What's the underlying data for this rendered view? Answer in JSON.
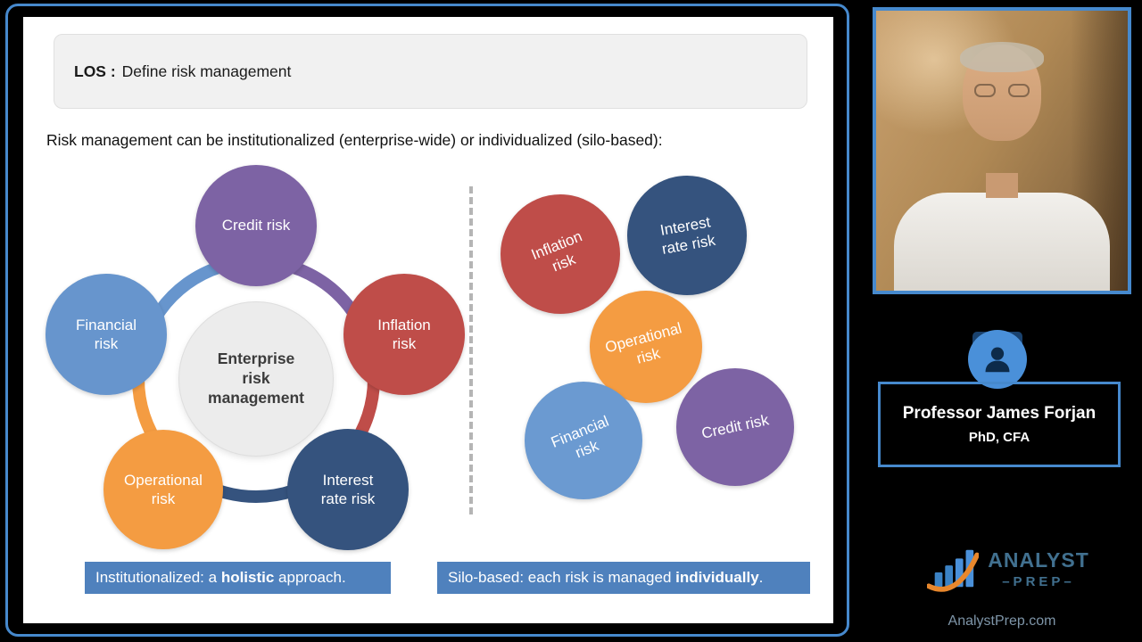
{
  "slide": {
    "los": {
      "label": "LOS :",
      "text": "Define risk management"
    },
    "subtitle": "Risk management can be institutionalized (enterprise-wide) or individualized (silo-based):",
    "hub": {
      "center": "Enterprise risk management",
      "bubbles": [
        {
          "label": "Credit risk",
          "color": "#7d63a4"
        },
        {
          "label": "Financial risk",
          "color": "#6795cd"
        },
        {
          "label": "Inflation risk",
          "color": "#bf4d49"
        },
        {
          "label": "Operational risk",
          "color": "#f49c42"
        },
        {
          "label": "Interest rate risk",
          "color": "#35537e"
        }
      ],
      "arcs": [
        {
          "color": "#7d63a4"
        },
        {
          "color": "#bf4d49"
        },
        {
          "color": "#35537e"
        },
        {
          "color": "#f49c42"
        },
        {
          "color": "#6795cd"
        }
      ]
    },
    "silo": {
      "bubbles": [
        {
          "label": "Inflation risk",
          "color": "#bf4d49"
        },
        {
          "label": "Interest rate risk",
          "color": "#35537e"
        },
        {
          "label": "Operational risk",
          "color": "#f49c42"
        },
        {
          "label": "Financial risk",
          "color": "#6b9ad1"
        },
        {
          "label": "Credit risk",
          "color": "#7d63a4"
        }
      ]
    },
    "captions": {
      "left": {
        "prefix": "Institutionalized: a ",
        "bold": "holistic",
        "suffix": " approach."
      },
      "right": {
        "prefix": "Silo-based: each risk is managed ",
        "bold": "individually",
        "suffix": "."
      }
    }
  },
  "sidebar": {
    "professor_name": "Professor James Forjan",
    "professor_credentials": "PhD, CFA",
    "logo": {
      "line1": "ANALYST",
      "line2": "–PREP–"
    },
    "website": "AnalystPrep.com",
    "icons": {
      "presenter": "person-icon",
      "logo": "bar-chart-icon"
    }
  },
  "colors": {
    "frame_blue": "#4689cd",
    "accent_blue": "#4a90d9",
    "caption_bar": "#4f81bd",
    "logo_text": "#41708f",
    "website_text": "#7e95a8"
  }
}
